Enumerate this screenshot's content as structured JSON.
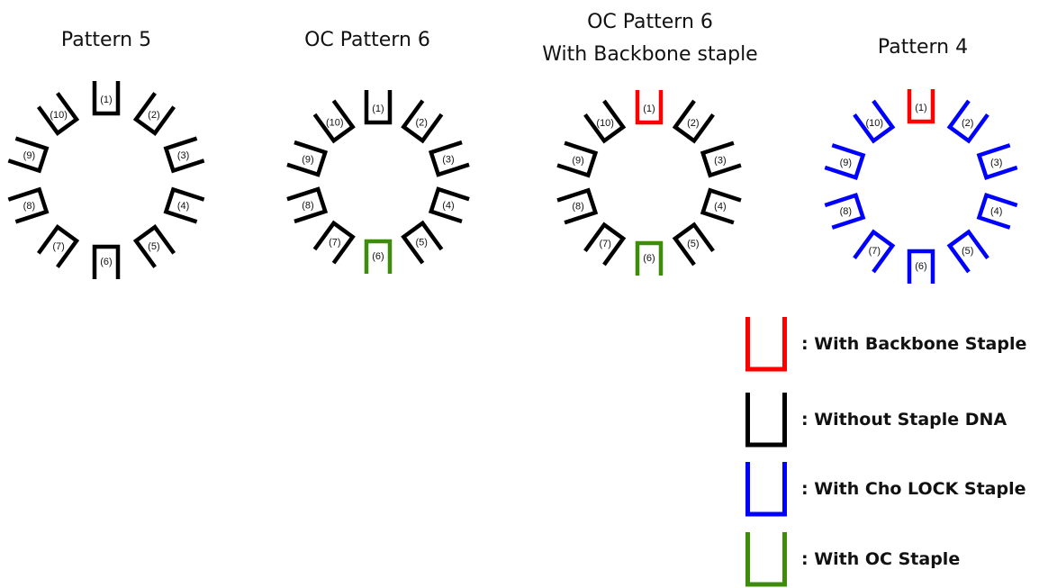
{
  "colors": {
    "backbone": "#ff0000",
    "none": "#000000",
    "cholock": "#0000ff",
    "oc": "#3d8c0a"
  },
  "patterns": [
    {
      "title": [
        "Pattern 5"
      ],
      "units": [
        "none",
        "none",
        "none",
        "none",
        "none",
        "none",
        "none",
        "none",
        "none",
        "none"
      ]
    },
    {
      "title": [
        "OC Pattern 6"
      ],
      "units": [
        "none",
        "none",
        "none",
        "none",
        "none",
        "oc",
        "none",
        "none",
        "none",
        "none"
      ]
    },
    {
      "title": [
        "OC Pattern 6",
        "With Backbone staple"
      ],
      "units": [
        "backbone",
        "none",
        "none",
        "none",
        "none",
        "oc",
        "none",
        "none",
        "none",
        "none"
      ]
    },
    {
      "title": [
        "Pattern 4"
      ],
      "units": [
        "backbone",
        "cholock",
        "cholock",
        "cholock",
        "cholock",
        "cholock",
        "cholock",
        "cholock",
        "cholock",
        "cholock"
      ]
    }
  ],
  "unit_labels": [
    "(1)",
    "(2)",
    "(3)",
    "(4)",
    "(5)",
    "(6)",
    "(7)",
    "(8)",
    "(9)",
    "(10)"
  ],
  "legend": [
    {
      "type": "backbone",
      "label": ": With Backbone Staple"
    },
    {
      "type": "none",
      "label": ": Without Staple DNA"
    },
    {
      "type": "cholock",
      "label": ": With Cho LOCK Staple"
    },
    {
      "type": "oc",
      "label": ": With OC Staple"
    }
  ]
}
